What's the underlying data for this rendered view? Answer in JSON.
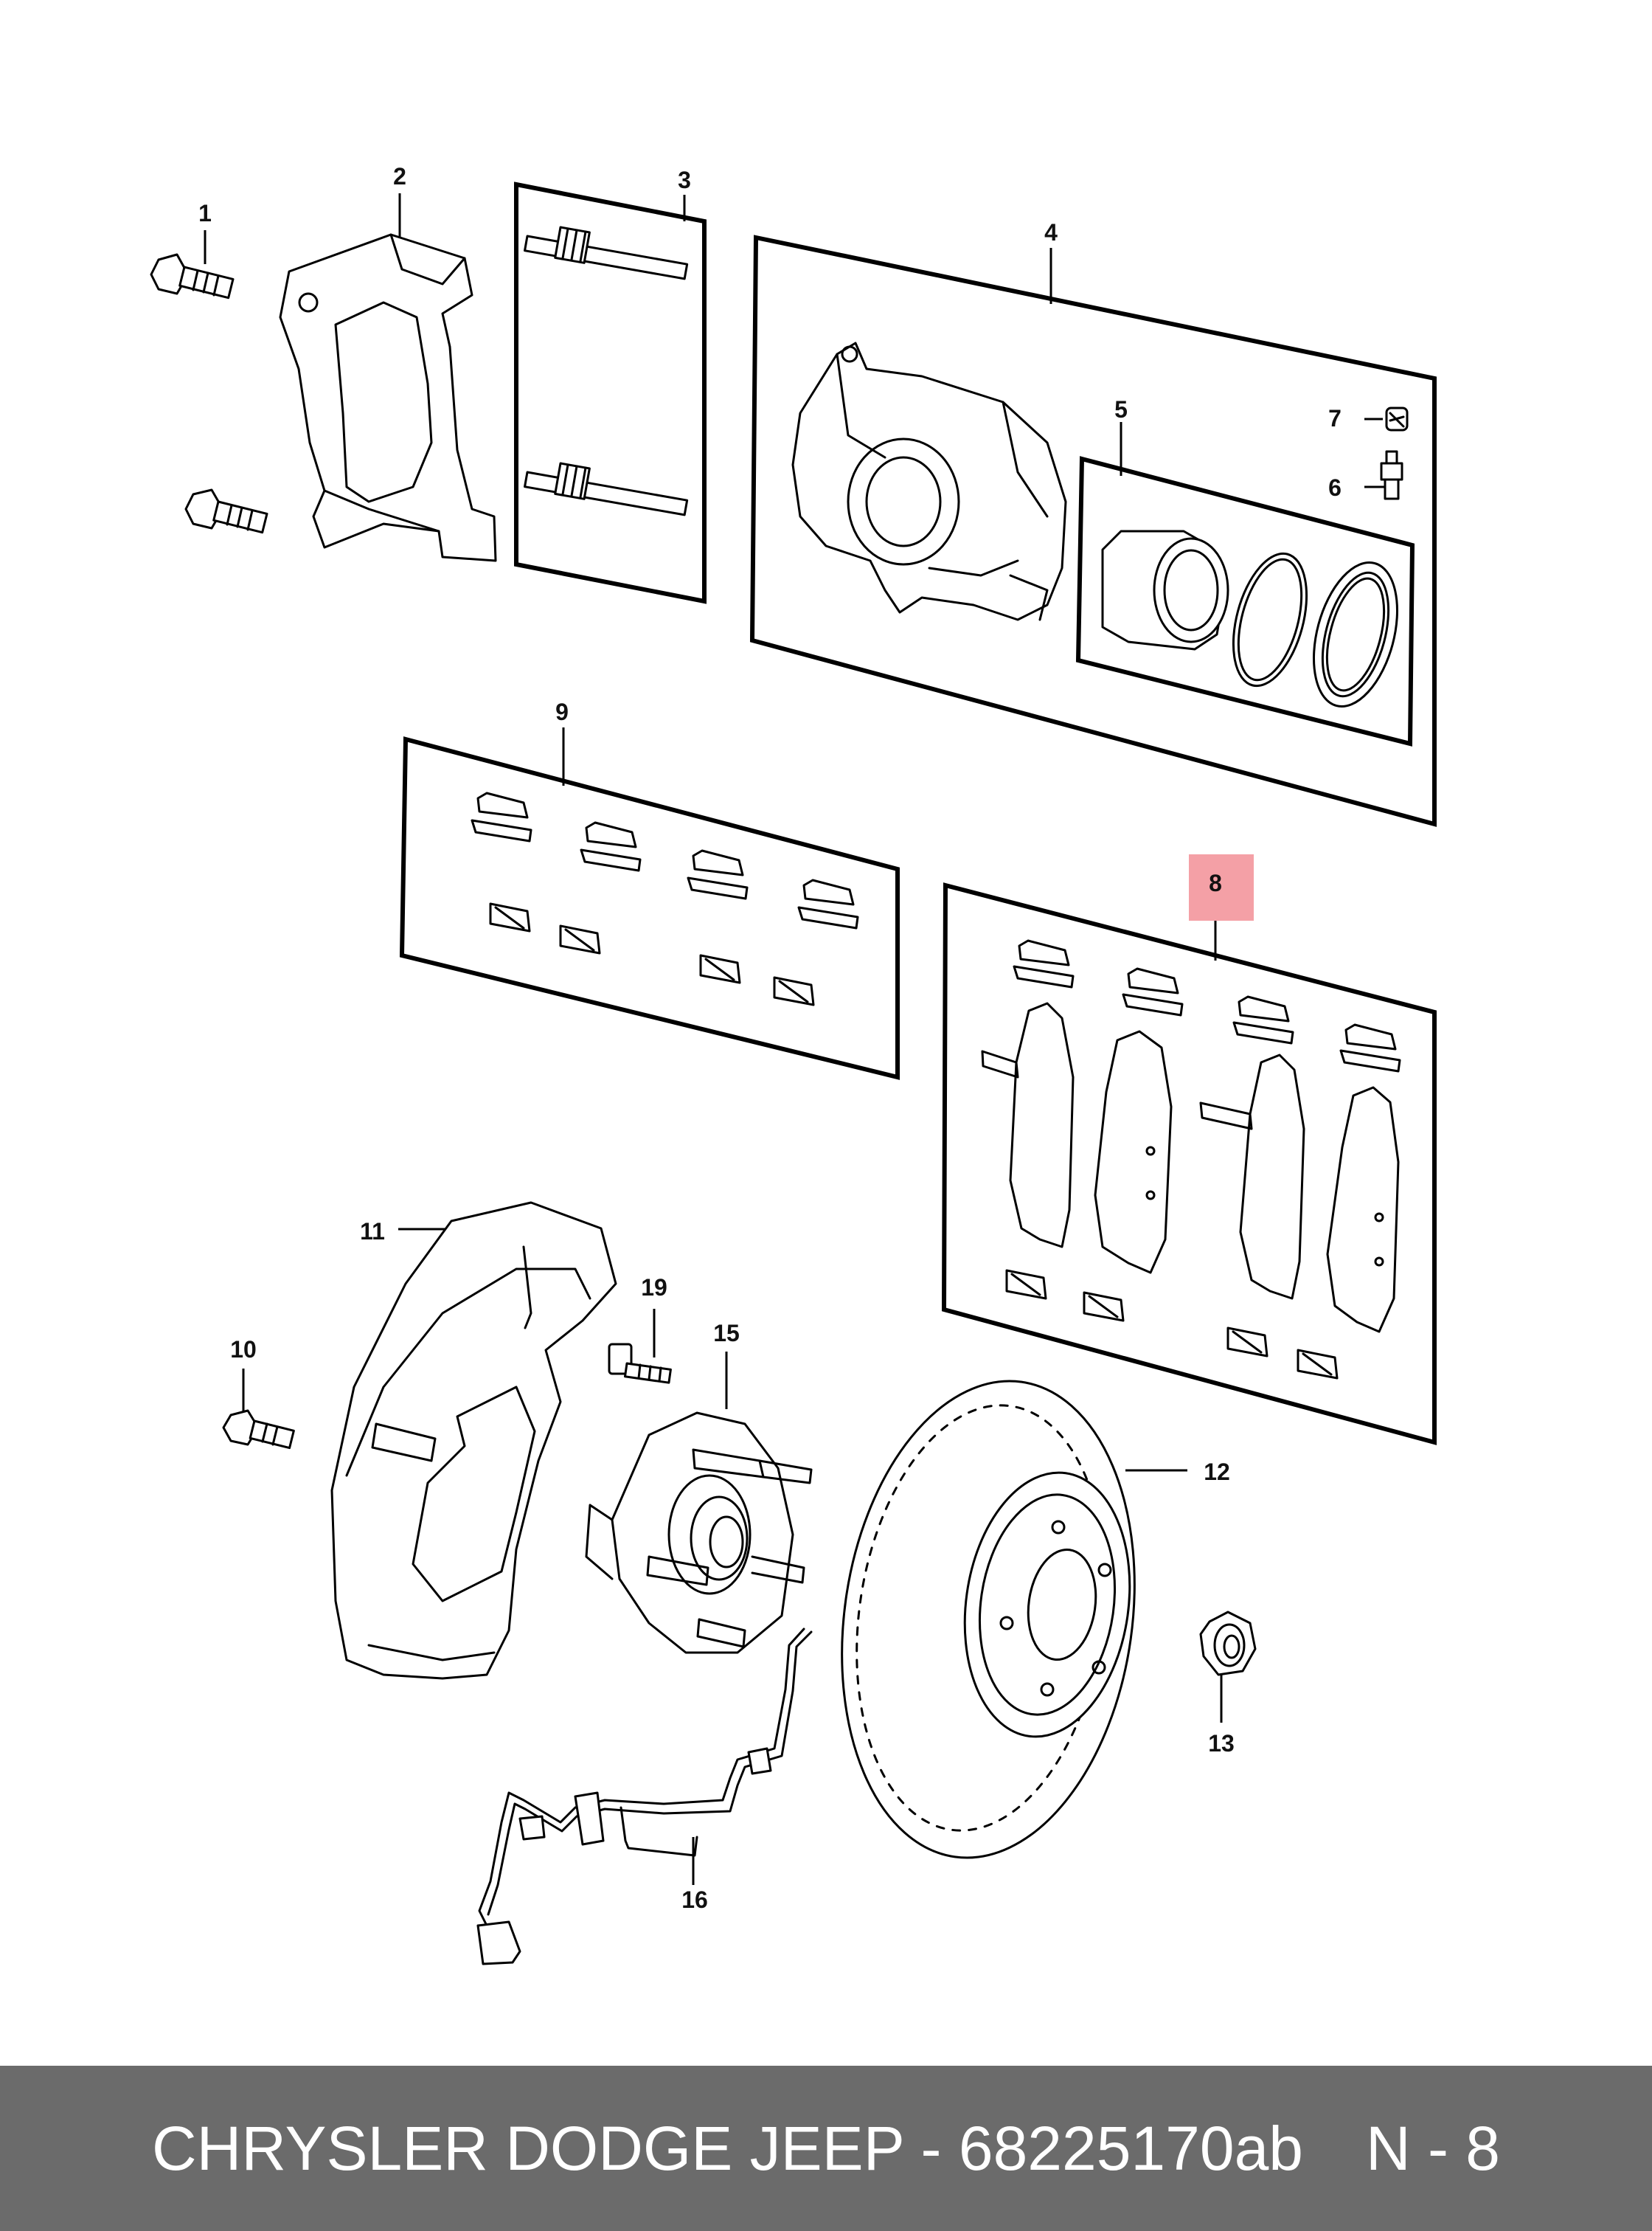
{
  "callouts": [
    "1",
    "2",
    "3",
    "4",
    "5",
    "6",
    "7",
    "8",
    "9",
    "10",
    "11",
    "12",
    "13",
    "15",
    "16",
    "19"
  ],
  "highlight": {
    "callout": "8",
    "color": "#f4a0a6"
  },
  "footer": {
    "title": "CHRYSLER DODGE JEEP - 68225170ab",
    "code": "N - 8",
    "background": "#6b6b6b",
    "text_color": "#ffffff"
  }
}
